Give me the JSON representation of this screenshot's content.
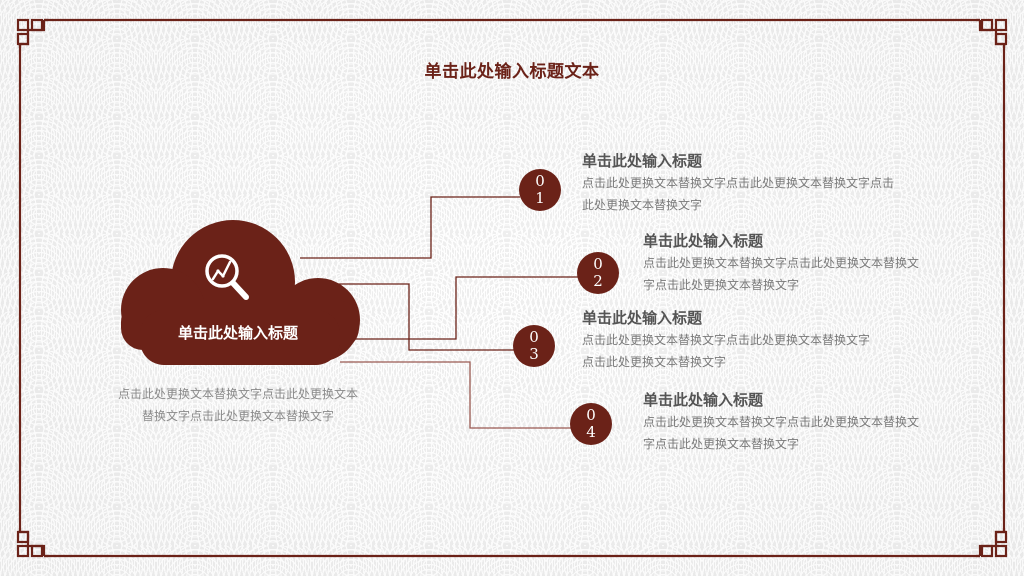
{
  "slide": {
    "title": "单击此处输入标题文本",
    "colors": {
      "accent": "#6b2218",
      "frame": "#6b2218",
      "heading_text": "#555555",
      "body_text": "#7a7a7a",
      "background": "#ebebeb"
    }
  },
  "cloud": {
    "icon": "magnifier-chart-icon",
    "label": "单击此处输入标题",
    "description": "点击此处更换文本替换文字点击此处更换文本替换文字点击此处更换文本替换文字"
  },
  "items": [
    {
      "number_top": "0",
      "number_bottom": "1",
      "heading": "单击此处输入标题",
      "body_line1": "点击此处更换文本替换文字点击此处更换文本替换文字点击",
      "body_line2": "此处更换文本替换文字"
    },
    {
      "number_top": "0",
      "number_bottom": "2",
      "heading": "单击此处输入标题",
      "body_line1": "点击此处更换文本替换文字点击此处更换文本替换文",
      "body_line2": "字点击此处更换文本替换文字"
    },
    {
      "number_top": "0",
      "number_bottom": "3",
      "heading": "单击此处输入标题",
      "body_line1": "点击此处更换文本替换文字点击此处更换文本替换文字",
      "body_line2": "点击此处更换文本替换文字"
    },
    {
      "number_top": "0",
      "number_bottom": "4",
      "heading": "单击此处输入标题",
      "body_line1": "点击此处更换文本替换文字点击此处更换文本替换文",
      "body_line2": "字点击此处更换文本替换文字"
    }
  ]
}
